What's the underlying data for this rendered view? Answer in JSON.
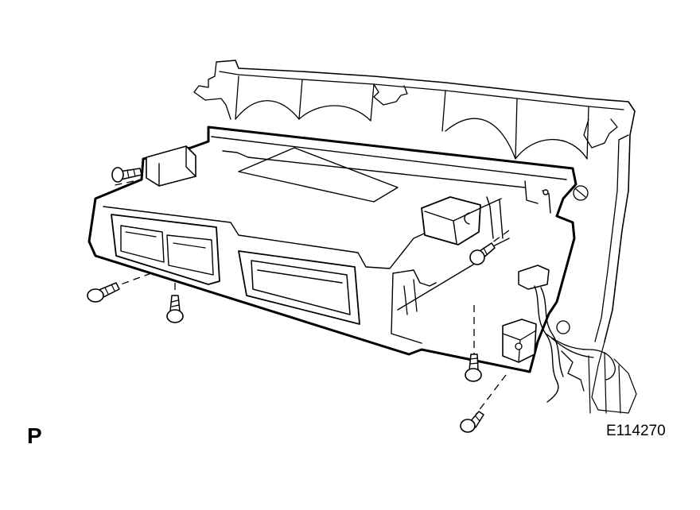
{
  "diagram": {
    "view_letter": "P",
    "figure_id": "E114270",
    "line_color": "#000000",
    "background": "#ffffff",
    "parts": {
      "bracket": "dashboard-bracket",
      "unit": "control-unit",
      "screws": [
        "screw",
        "screw",
        "screw",
        "screw",
        "screw",
        "screw"
      ]
    }
  }
}
